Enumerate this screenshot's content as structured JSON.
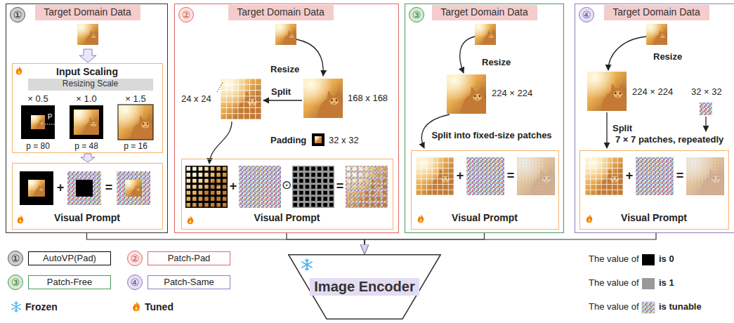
{
  "diagram": {
    "nodes": [
      {
        "text": [
          "①"
        ]
      },
      {
        "text": [
          "Target Domain Data"
        ],
        "in": 0
      },
      {
        "text": [
          "Input Scaling"
        ],
        "in": 0
      },
      {
        "text": [
          "Resizing Scale"
        ],
        "in": 2
      },
      {
        "text": [
          "Visual Prompt"
        ],
        "in": 0
      },
      {
        "text": [
          "②"
        ]
      },
      {
        "text": [
          "Target Domain Data"
        ],
        "in": 5
      },
      {
        "text": [
          "Visual Prompt"
        ],
        "in": 5
      },
      {
        "text": [
          "③"
        ]
      },
      {
        "text": [
          "Target Domain Data"
        ],
        "in": 8
      },
      {
        "text": [
          "Visual Prompt"
        ],
        "in": 8
      },
      {
        "text": [
          "④"
        ]
      },
      {
        "text": [
          "Target Domain Data"
        ],
        "in": 11
      },
      {
        "text": [
          "Visual Prompt"
        ],
        "in": 11
      },
      {
        "text": [
          "Image Encoder"
        ]
      }
    ],
    "edges": [
      {
        "from": 0,
        "to": 14,
        "arrow": "to"
      },
      {
        "from": 5,
        "to": 14,
        "arrow": "to"
      },
      {
        "from": 8,
        "to": 14,
        "arrow": "to"
      },
      {
        "from": 11,
        "to": 14,
        "arrow": "to"
      }
    ],
    "labels": [
      "× 0.5",
      "× 1.0",
      "× 1.5",
      "P",
      "p = 80",
      "p = 48",
      "p = 16",
      "+",
      "=",
      "Resize",
      "Split",
      "168 x 168",
      "24 x 24",
      "Padding",
      "32 x 32",
      "+",
      "⊙",
      "=",
      "Resize",
      "224 × 224",
      "Split into fixed-size patches",
      "+",
      "=",
      "Resize",
      "224 × 224",
      "32 × 32",
      "Split",
      "7 × 7 patches, repeatedly",
      "+",
      "=",
      "①",
      "②",
      "③",
      "④",
      "The value of",
      "The value of",
      "The value of"
    ],
    "legend": [
      {
        "text": "AutoVP(Pad)",
        "color": "#000000"
      },
      {
        "text": "Patch-Pad",
        "color": "#e06666"
      },
      {
        "text": "Patch-Free",
        "color": "#4a9a5a"
      },
      {
        "text": "Patch-Same",
        "color": "#8e7cc3"
      },
      {
        "text": "Frozen"
      },
      {
        "text": "Tuned"
      },
      {
        "text": "is 0",
        "color": "#000000"
      },
      {
        "text": "is 1",
        "color": "#999999"
      },
      {
        "text": "is tunable"
      }
    ]
  }
}
